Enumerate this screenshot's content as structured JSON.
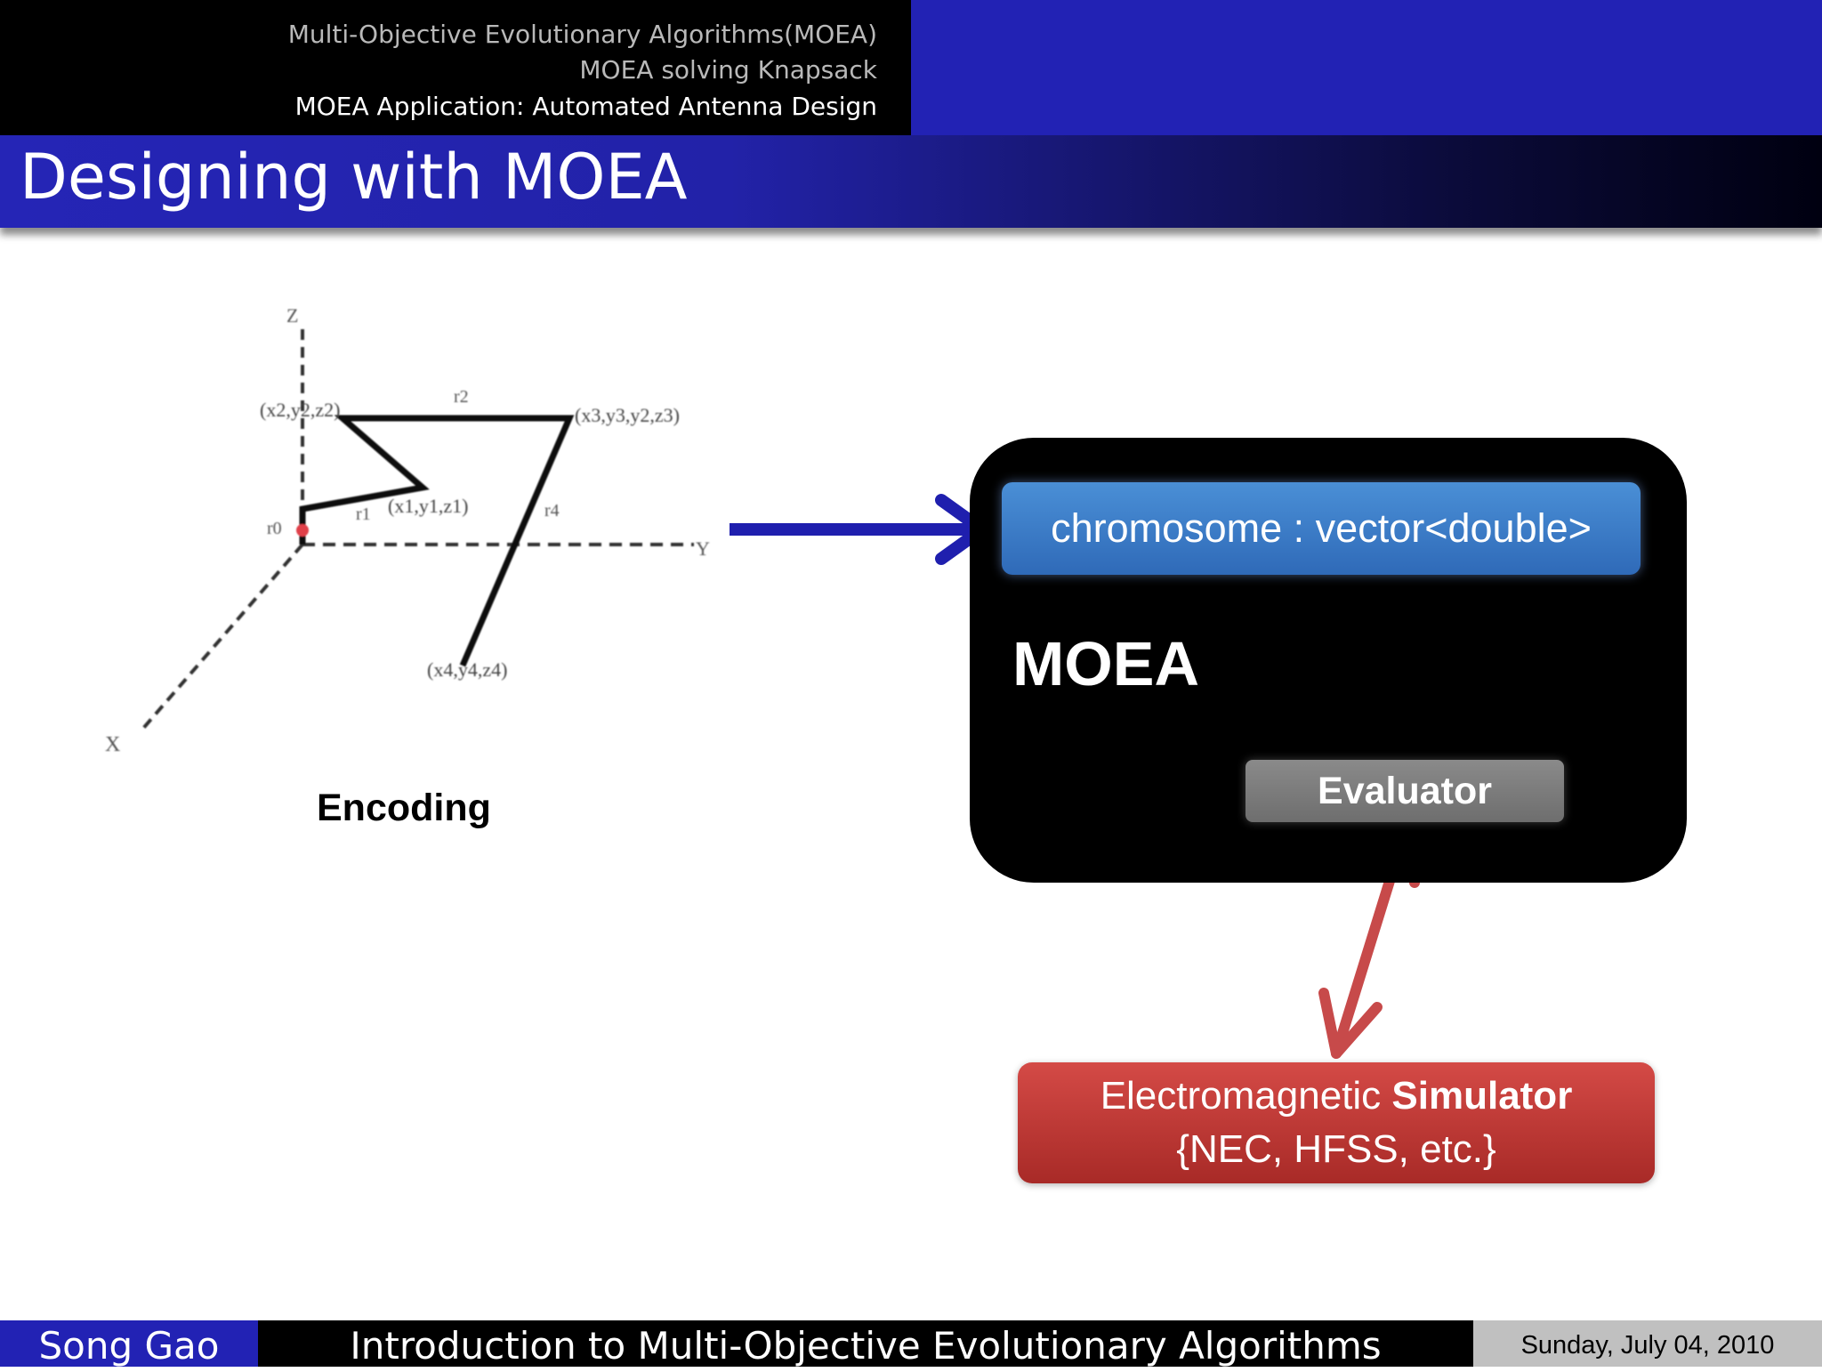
{
  "header": {
    "nav": [
      "Multi-Objective Evolutionary Algorithms(MOEA)",
      "MOEA solving Knapsack",
      "MOEA Application: Automated Antenna Design"
    ]
  },
  "slide": {
    "title": "Designing with MOEA",
    "encoding_label": "Encoding",
    "figure_labels": {
      "z_axis": "Z",
      "y_axis": "Y",
      "x_axis": "X",
      "p2": "(x2,y2,z2)",
      "p3": "(x3,y3,y2,z3)",
      "p1": "(x1,y1,z1)",
      "p4": "(x4,y4,z4)",
      "r0": "r0",
      "r1": "r1",
      "r2": "r2",
      "r4": "r4"
    },
    "moea_box": {
      "chromosome": "chromosome : vector<double>",
      "title": "MOEA",
      "evaluator": "Evaluator"
    },
    "simulator": {
      "line1_prefix": "Electromagnetic ",
      "line1_bold": "Simulator",
      "line2": "{NEC, HFSS, etc.}"
    },
    "colors": {
      "arrow_blue": "#1f1fae",
      "arrow_red": "#c74a4a",
      "chromosome_blue": "#3d7ccb",
      "simulator_red": "#c23b38"
    }
  },
  "footer": {
    "author": "Song Gao",
    "title": "Introduction to Multi-Objective Evolutionary Algorithms",
    "date": "Sunday, July 04, 2010"
  }
}
